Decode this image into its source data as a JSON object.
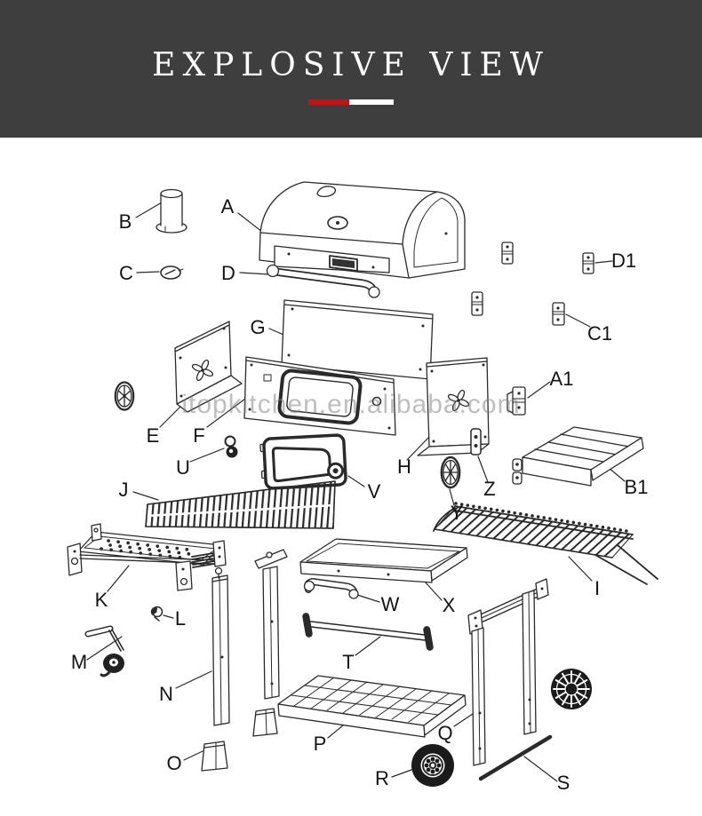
{
  "header": {
    "title": "EXPLOSIVE VIEW"
  },
  "watermark": {
    "text": "itopkitchen.en.alibaba.com"
  },
  "colors": {
    "header_bg": "#3e3e3e",
    "accent_red": "#c31414",
    "accent_white": "#ffffff",
    "ink": "#2a2a2a",
    "watermark_gray": "#7d7d7d"
  },
  "diagram": {
    "parts": [
      {
        "label": "A"
      },
      {
        "label": "B"
      },
      {
        "label": "C"
      },
      {
        "label": "D"
      },
      {
        "label": "D1"
      },
      {
        "label": "C1"
      },
      {
        "label": "G"
      },
      {
        "label": "A1"
      },
      {
        "label": "E"
      },
      {
        "label": "F"
      },
      {
        "label": "U"
      },
      {
        "label": "H"
      },
      {
        "label": "V"
      },
      {
        "label": "Z"
      },
      {
        "label": "Y"
      },
      {
        "label": "B1"
      },
      {
        "label": "J"
      },
      {
        "label": "K"
      },
      {
        "label": "L"
      },
      {
        "label": "M"
      },
      {
        "label": "N"
      },
      {
        "label": "O"
      },
      {
        "label": "P"
      },
      {
        "label": "Q"
      },
      {
        "label": "R"
      },
      {
        "label": "S"
      },
      {
        "label": "T"
      },
      {
        "label": "W"
      },
      {
        "label": "X"
      },
      {
        "label": "I"
      }
    ]
  }
}
